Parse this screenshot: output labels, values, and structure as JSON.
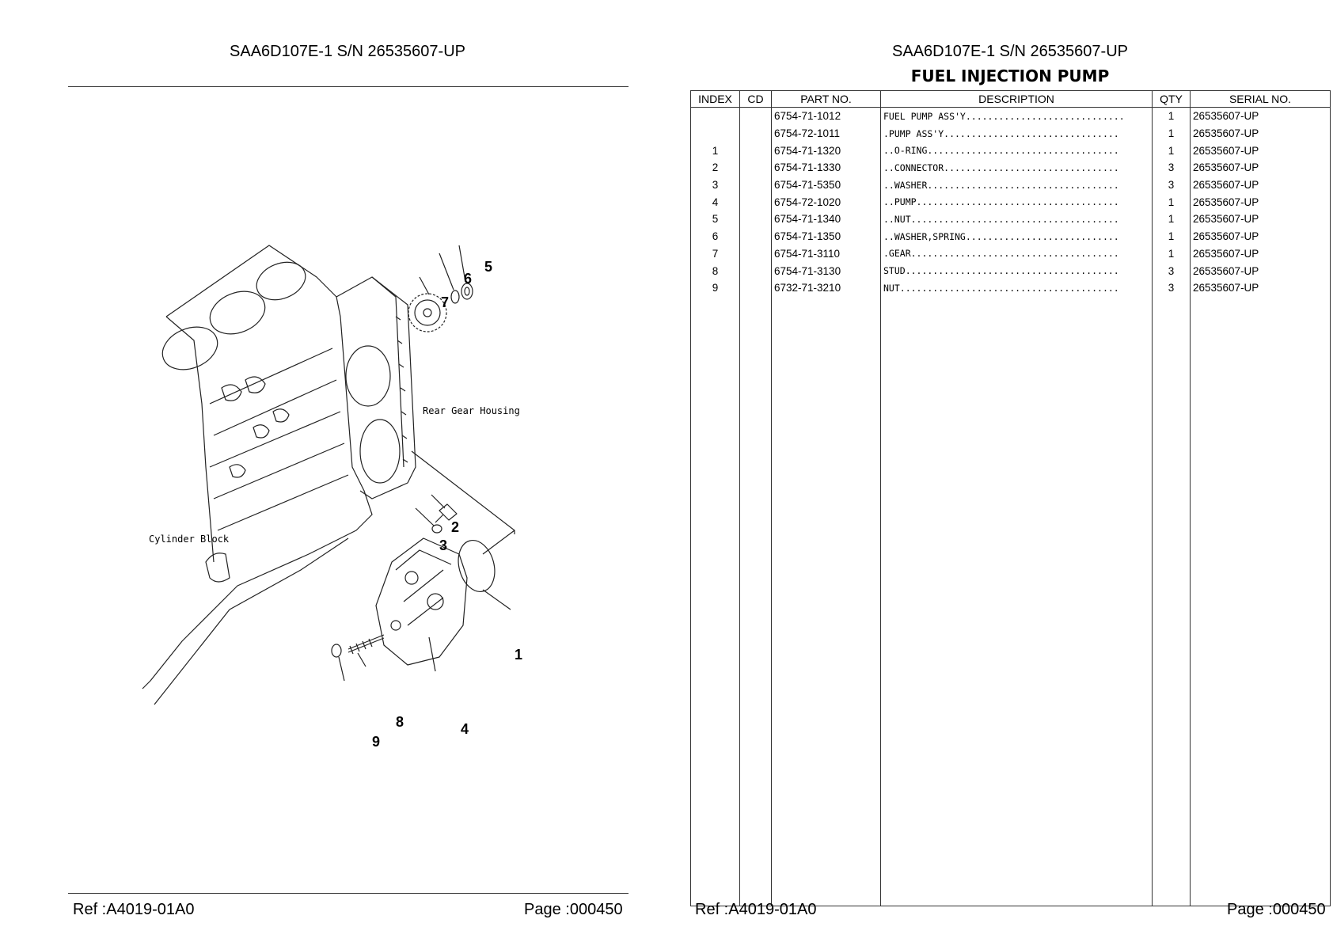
{
  "left_page": {
    "title": "SAA6D107E-1 S/N 26535607-UP",
    "ref": "Ref :A4019-01A0",
    "page": "Page :000450",
    "diagram": {
      "labels": {
        "rear_gear_housing": "Rear Gear Housing",
        "cylinder_block": "Cylinder Block"
      },
      "callouts": [
        "1",
        "2",
        "3",
        "4",
        "5",
        "6",
        "7",
        "8",
        "9"
      ]
    }
  },
  "right_page": {
    "title": "SAA6D107E-1 S/N 26535607-UP",
    "subtitle": "FUEL INJECTION PUMP",
    "ref": "Ref :A4019-01A0",
    "page": "Page :000450",
    "table": {
      "headers": [
        "INDEX",
        "CD",
        "PART NO.",
        "DESCRIPTION",
        "QTY",
        "SERIAL NO."
      ],
      "rows": [
        {
          "index": "",
          "cd": "",
          "part_no": "6754-71-1012",
          "description": "FUEL PUMP ASS'Y.............................",
          "qty": "1",
          "serial": "26535607-UP"
        },
        {
          "index": "",
          "cd": "",
          "part_no": "6754-72-1011",
          "description": ".PUMP ASS'Y................................",
          "qty": "1",
          "serial": "26535607-UP"
        },
        {
          "index": "1",
          "cd": "",
          "part_no": "6754-71-1320",
          "description": "..O-RING...................................",
          "qty": "1",
          "serial": "26535607-UP"
        },
        {
          "index": "2",
          "cd": "",
          "part_no": "6754-71-1330",
          "description": "..CONNECTOR................................",
          "qty": "3",
          "serial": "26535607-UP"
        },
        {
          "index": "3",
          "cd": "",
          "part_no": "6754-71-5350",
          "description": "..WASHER...................................",
          "qty": "3",
          "serial": "26535607-UP"
        },
        {
          "index": "4",
          "cd": "",
          "part_no": "6754-72-1020",
          "description": "..PUMP.....................................",
          "qty": "1",
          "serial": "26535607-UP"
        },
        {
          "index": "5",
          "cd": "",
          "part_no": "6754-71-1340",
          "description": "..NUT......................................",
          "qty": "1",
          "serial": "26535607-UP"
        },
        {
          "index": "6",
          "cd": "",
          "part_no": "6754-71-1350",
          "description": "..WASHER,SPRING............................",
          "qty": "1",
          "serial": "26535607-UP"
        },
        {
          "index": "7",
          "cd": "",
          "part_no": "6754-71-3110",
          "description": ".GEAR......................................",
          "qty": "1",
          "serial": "26535607-UP"
        },
        {
          "index": "8",
          "cd": "",
          "part_no": "6754-71-3130",
          "description": "STUD.......................................",
          "qty": "3",
          "serial": "26535607-UP"
        },
        {
          "index": "9",
          "cd": "",
          "part_no": "6732-71-3210",
          "description": "NUT........................................",
          "qty": "3",
          "serial": "26535607-UP"
        }
      ]
    }
  }
}
